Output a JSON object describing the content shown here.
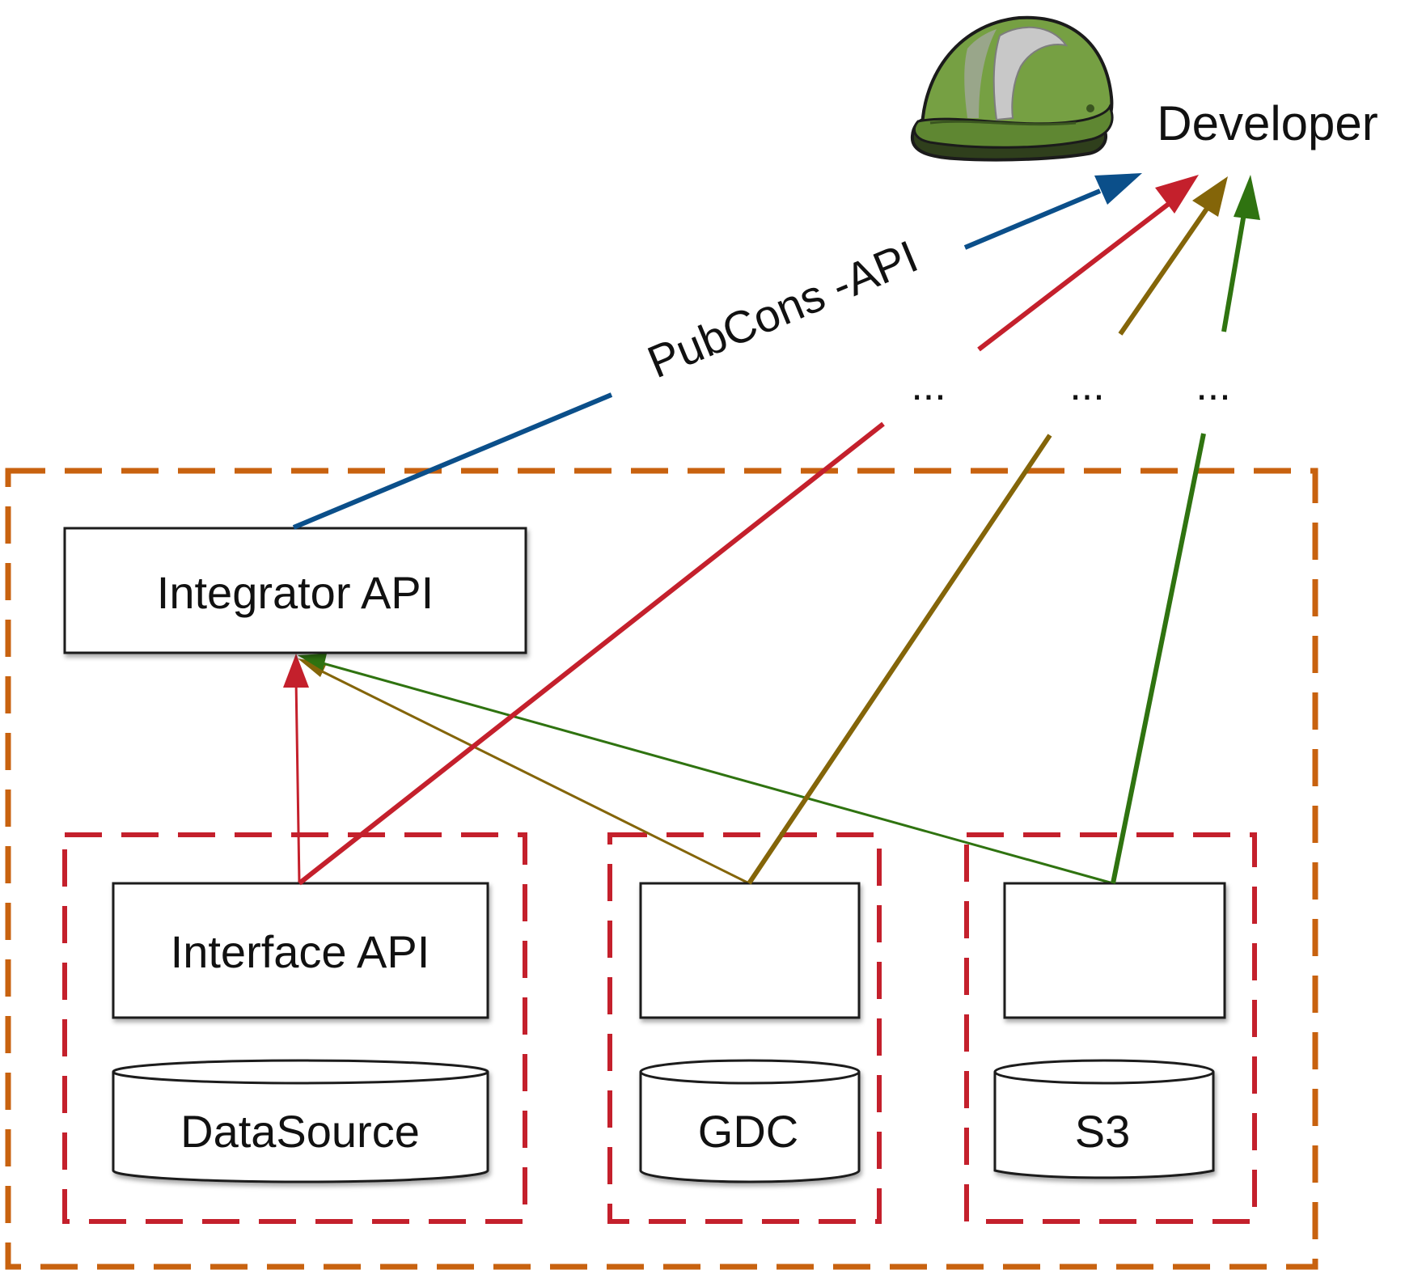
{
  "labels": {
    "developer": "Developer",
    "pubcons_api": "PubCons -API",
    "integrator_api": "Integrator API",
    "interface_api": "Interface API",
    "datasource": "DataSource",
    "gdc": "GDC",
    "s3": "S3",
    "ellipsis_1": "...",
    "ellipsis_2": "...",
    "ellipsis_3": "..."
  },
  "icons": {
    "developer": "hard-hat-icon"
  },
  "colors": {
    "outer_boundary": "#c8620f",
    "inner_boundary": "#c4202c",
    "pubcons_arrow": "#0b4f8a",
    "red_arrow": "#c4202c",
    "olive_arrow": "#846509",
    "green_arrow": "#2f7310",
    "helmet": "#76a043"
  }
}
